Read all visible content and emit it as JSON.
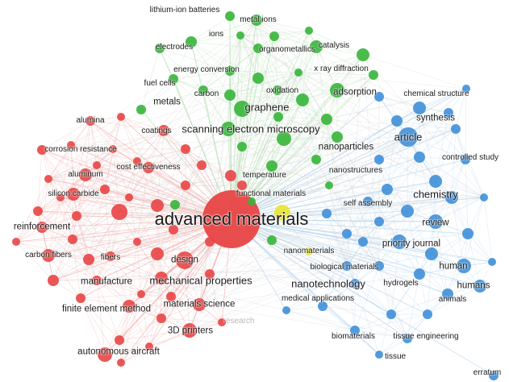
{
  "colors": {
    "cluster_red": "#e84545",
    "cluster_green": "#36b53a",
    "cluster_blue": "#3f8fd8",
    "cluster_yellow": "#e9e42f",
    "edge_red": "#f2a3a3",
    "edge_green": "#a8dca5",
    "edge_blue": "#a9cdee"
  },
  "terms": {
    "advanced_materials": "advanced materials",
    "lithium_ion_batteries": "lithium-ion batteries",
    "metal_ions": "metal ions",
    "ions": "ions",
    "organometallics": "organometallics",
    "electrodes": "electrodes",
    "catalysis": "catalysis",
    "energy_conversion": "energy conversion",
    "x_ray_diffraction": "x ray diffraction",
    "fuel_cells": "fuel cells",
    "carbon": "carbon",
    "oxidation": "oxidation",
    "adsorption": "adsorption",
    "metals": "metals",
    "graphene": "graphene",
    "scanning_electron_microscopy": "scanning electron microscopy",
    "nanoparticles": "nanoparticles",
    "coatings": "coatings",
    "alumina": "alumina",
    "corrosion_resistance": "corrosion resistance",
    "cost_effectiveness": "cost effectiveness",
    "aluminum": "aluminum",
    "silicon_carbide": "silicon carbide",
    "temperature": "temperature",
    "nanostructures": "nanostructures",
    "functional_materials": "functional materials",
    "reinforcement": "reinforcement",
    "carbon_fibers": "carbon fibers",
    "fibers": "fibers",
    "design": "design",
    "manufacture": "manufacture",
    "mechanical_properties": "mechanical properties",
    "finite_element_method": "finite element method",
    "materials_science": "materials science",
    "research": "research",
    "3d_printers": "3D printers",
    "autonomous_aircraft": "autonomous aircraft",
    "article": "article",
    "chemical_structure": "chemical structure",
    "synthesis": "synthesis",
    "controlled_study": "controlled study",
    "chemistry": "chemistry",
    "self_assembly": "self assembly",
    "review": "review",
    "priority_journal": "priority journal",
    "nanomaterials": "nanomaterials",
    "biological_materials": "biological materials",
    "nanotechnology": "nanotechnology",
    "hydrogels": "hydrogels",
    "human": "human",
    "humans": "humans",
    "medical_applications": "medical applications",
    "animals": "animals",
    "biomaterials": "biomaterials",
    "tissue_engineering": "tissue engineering",
    "tissue": "tissue",
    "erratum": "erratum"
  }
}
